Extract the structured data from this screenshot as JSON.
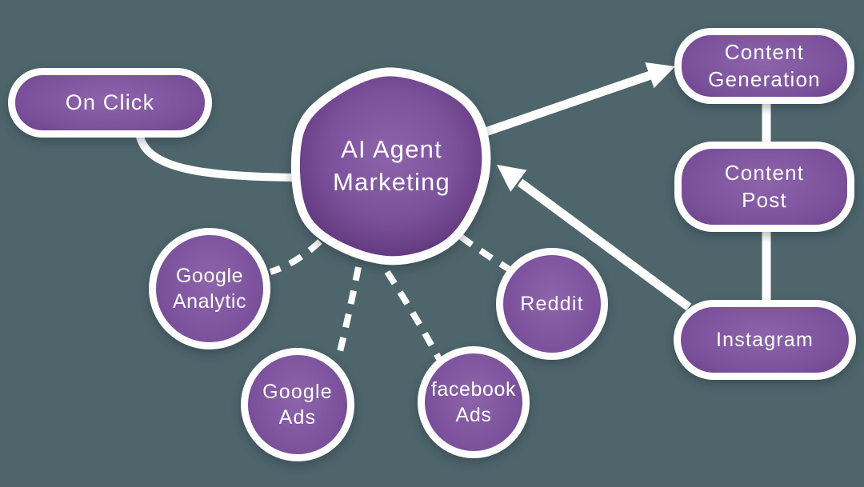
{
  "diagram": {
    "title": "AI Agent Marketing mind map",
    "nodes": {
      "center": {
        "label": "AI Agent Marketing",
        "shape": "blob"
      },
      "on_click": {
        "label": "On Click",
        "shape": "pill"
      },
      "content_generation": {
        "label": "Content Generation",
        "shape": "pill"
      },
      "content_post": {
        "label": "Content Post",
        "shape": "pill"
      },
      "instagram": {
        "label": "Instagram",
        "shape": "pill"
      },
      "google_analytic": {
        "label": "Google Analytic",
        "shape": "circle"
      },
      "google_ads": {
        "label": "Google Ads",
        "shape": "circle"
      },
      "facebook_ads": {
        "label": "facebook Ads",
        "shape": "circle"
      },
      "reddit": {
        "label": "Reddit",
        "shape": "circle"
      }
    },
    "connections": [
      {
        "from": "on_click",
        "to": "center",
        "style": "solid-curve"
      },
      {
        "from": "center",
        "to": "content_generation",
        "style": "solid-arrow"
      },
      {
        "from": "content_generation",
        "to": "content_post",
        "style": "solid"
      },
      {
        "from": "content_post",
        "to": "instagram",
        "style": "solid"
      },
      {
        "from": "instagram",
        "to": "center",
        "style": "solid-arrow"
      },
      {
        "from": "center",
        "to": "google_analytic",
        "style": "dashed"
      },
      {
        "from": "center",
        "to": "google_ads",
        "style": "dashed"
      },
      {
        "from": "center",
        "to": "facebook_ads",
        "style": "dashed"
      },
      {
        "from": "center",
        "to": "reddit",
        "style": "dashed"
      }
    ]
  },
  "colors": {
    "background": "#4e656c",
    "node_fill_light": "#8d64ab",
    "node_fill_mid": "#7c519c",
    "node_fill_dark": "#5a3173",
    "node_border": "#ffffff",
    "connector": "#ffffff",
    "text": "#ffffff"
  }
}
